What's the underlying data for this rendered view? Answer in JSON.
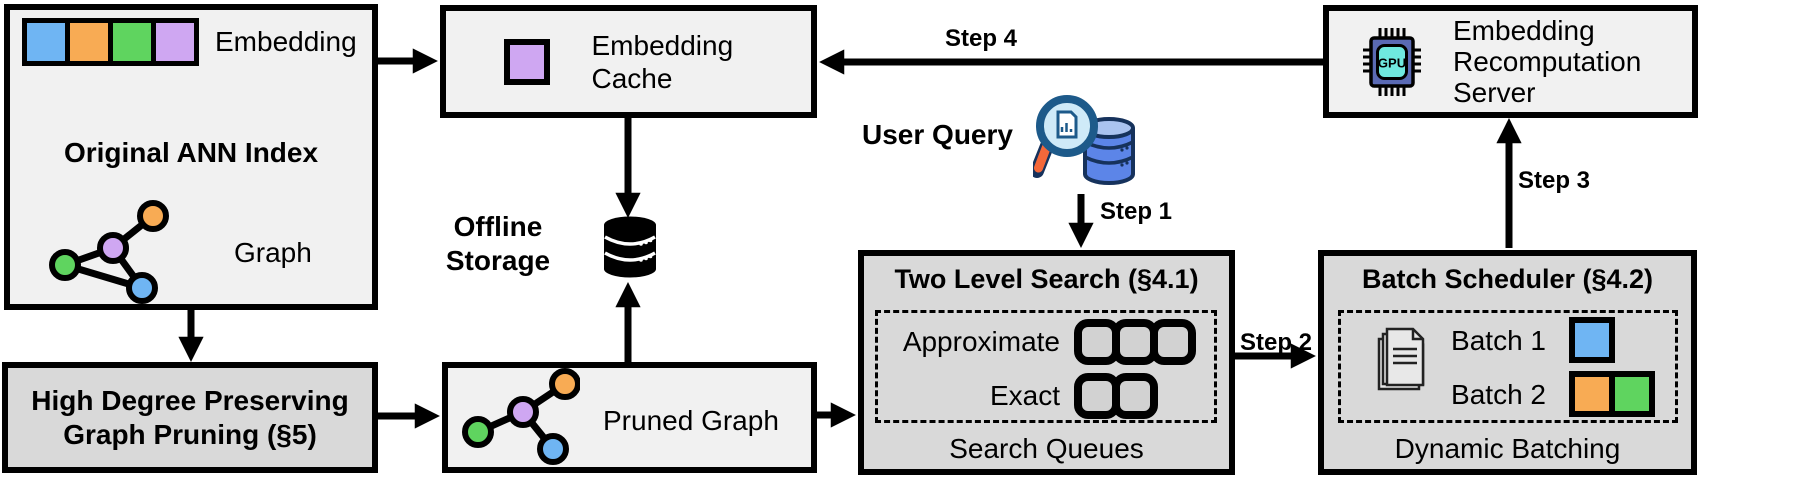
{
  "diagram": {
    "colors": {
      "blue": "#6fb5f3",
      "orange": "#f8ab54",
      "green": "#5fd45f",
      "purple": "#cfa7f2",
      "box_light": "#f1f1f1",
      "box_dark": "#d9d9d9",
      "queue_fill": "#d2d2d2",
      "outline": "#000000",
      "gpu_chip": "#5a6ab4",
      "gpu_core": "#6fe9df",
      "magnifier_rim": "#1d5a8a",
      "magnifier_lens": "#cfeaf8",
      "magnifier_handle": "#f4683a",
      "query_db": "#5c85e8"
    },
    "original_ann_index": {
      "title": "Original ANN Index",
      "embedding_label": "Embedding",
      "graph_label": "Graph"
    },
    "embedding_cache": {
      "label": "Embedding Cache"
    },
    "offline_storage": {
      "label": "Offline Storage"
    },
    "high_degree_pruning": {
      "lines": [
        "High Degree Preserving",
        "Graph Pruning (§5)"
      ]
    },
    "pruned_graph": {
      "label": "Pruned Graph"
    },
    "user_query": {
      "label": "User Query"
    },
    "two_level_search": {
      "title": "Two Level Search (§4.1)",
      "row_labels": [
        "Approximate",
        "Exact"
      ],
      "footer": "Search Queues"
    },
    "batch_scheduler": {
      "title": "Batch Scheduler (§4.2)",
      "batch_labels": [
        "Batch 1",
        "Batch 2"
      ],
      "footer": "Dynamic Batching"
    },
    "recomputation_server": {
      "label": "Embedding Recomputation Server",
      "chip_label": "GPU"
    },
    "steps": [
      "Step 1",
      "Step 2",
      "Step 3",
      "Step 4"
    ]
  }
}
